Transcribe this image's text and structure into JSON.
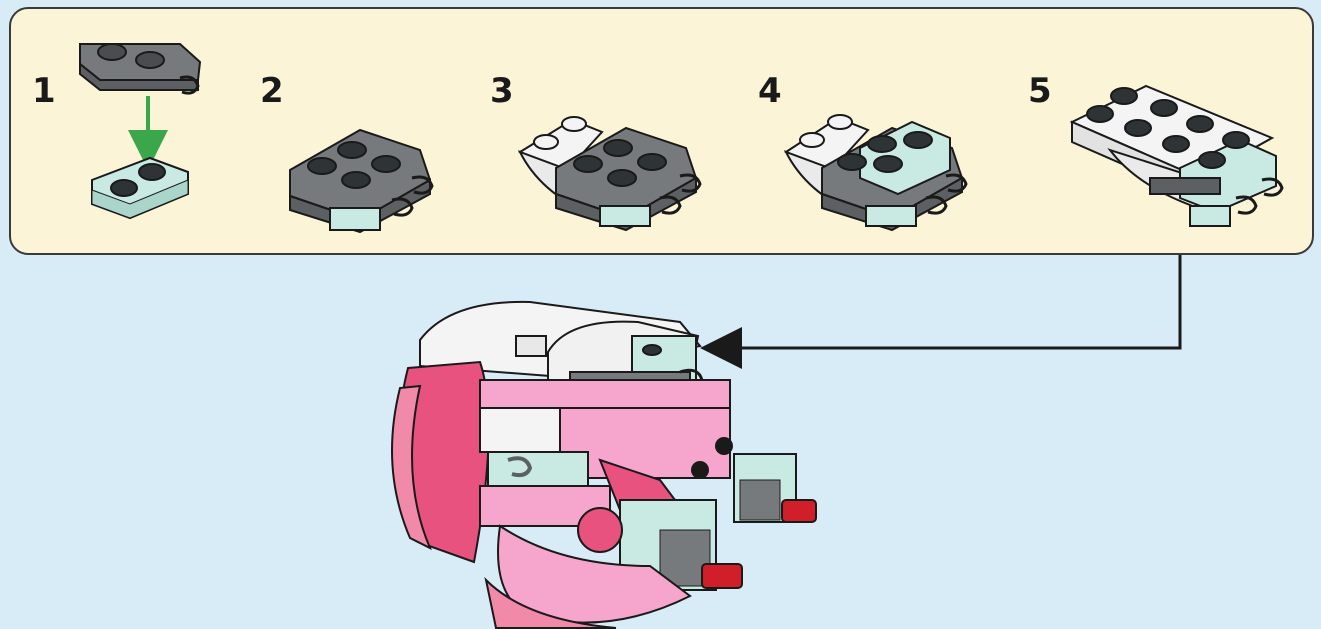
{
  "panel": {
    "steps": [
      {
        "number": "1"
      },
      {
        "number": "2"
      },
      {
        "number": "3"
      },
      {
        "number": "4"
      },
      {
        "number": "5"
      }
    ]
  },
  "colors": {
    "background": "#d8ecf7",
    "panel_fill": "#fcf4d6",
    "panel_border": "#3a3a3a",
    "dark_gray_brick": "#777a7c",
    "light_aqua_brick": "#c9eae2",
    "white_brick": "#f4f4f4",
    "pink_brick": "#f6a6cc",
    "dark_pink_brick": "#e8527f",
    "red_brick": "#d11f2a",
    "green_arrow": "#3aa84a"
  },
  "icons": [
    "placement-arrow-down",
    "attach-arrow"
  ]
}
